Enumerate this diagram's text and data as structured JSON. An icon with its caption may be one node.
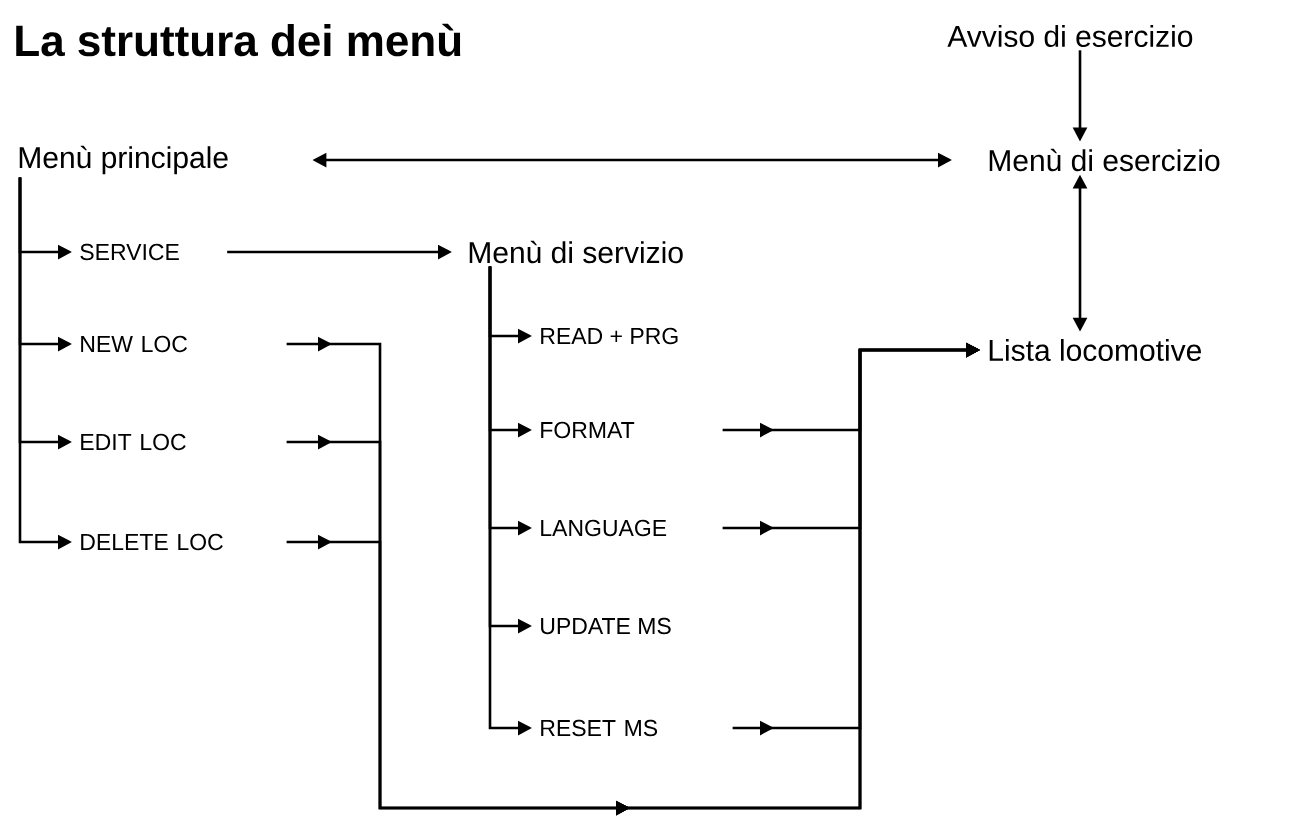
{
  "diagram": {
    "title": "La struttura dei menù",
    "nodes": [
      {
        "text": [
          "Avviso di esercizio"
        ]
      },
      {
        "text": [
          "Menù principale"
        ]
      },
      {
        "text": [
          "Menù di esercizio"
        ]
      },
      {
        "text": [
          "SERVICE"
        ]
      },
      {
        "text": [
          "Menù di servizio"
        ]
      },
      {
        "text": [
          "NEW LOC"
        ]
      },
      {
        "text": [
          "EDIT LOC"
        ]
      },
      {
        "text": [
          "DELETE LOC"
        ]
      },
      {
        "text": [
          "READ + PRG"
        ]
      },
      {
        "text": [
          "FORMAT"
        ]
      },
      {
        "text": [
          "LANGUAGE"
        ]
      },
      {
        "text": [
          "UPDATE MS"
        ]
      },
      {
        "text": [
          "RESET MS"
        ]
      },
      {
        "text": [
          "Lista locomotive"
        ]
      }
    ],
    "edges": [
      {
        "from": 0,
        "to": 2,
        "arrow": "to"
      },
      {
        "from": 1,
        "to": 2,
        "arrow": "both"
      },
      {
        "from": 2,
        "to": 13,
        "arrow": "both"
      },
      {
        "from": 1,
        "to": 3,
        "arrow": "to"
      },
      {
        "from": 1,
        "to": 5,
        "arrow": "to"
      },
      {
        "from": 1,
        "to": 6,
        "arrow": "to"
      },
      {
        "from": 1,
        "to": 7,
        "arrow": "to"
      },
      {
        "from": 3,
        "to": 4,
        "arrow": "to"
      },
      {
        "from": 4,
        "to": 8,
        "arrow": "to"
      },
      {
        "from": 4,
        "to": 9,
        "arrow": "to"
      },
      {
        "from": 4,
        "to": 10,
        "arrow": "to"
      },
      {
        "from": 4,
        "to": 11,
        "arrow": "to"
      },
      {
        "from": 4,
        "to": 12,
        "arrow": "to"
      },
      {
        "from": 5,
        "to": 13,
        "arrow": "to"
      },
      {
        "from": 6,
        "to": 13,
        "arrow": "to"
      },
      {
        "from": 7,
        "to": 13,
        "arrow": "to"
      },
      {
        "from": 9,
        "to": 13,
        "arrow": "to"
      },
      {
        "from": 10,
        "to": 13,
        "arrow": "to"
      },
      {
        "from": 12,
        "to": 13,
        "arrow": "to"
      }
    ]
  }
}
